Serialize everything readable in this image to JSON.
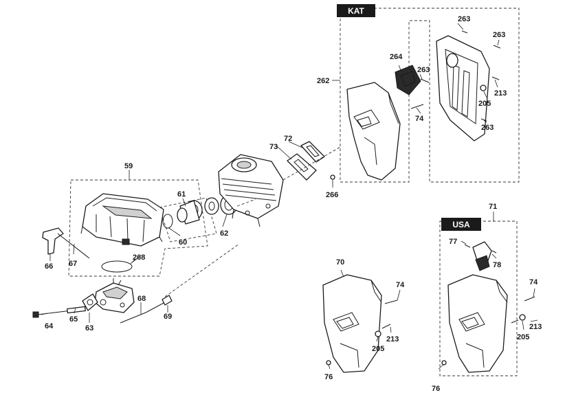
{
  "tags": {
    "kat": "KAT",
    "usa": "USA"
  },
  "labels": {
    "p59": "59",
    "p60": "60",
    "p61": "61",
    "p62": "62",
    "p63": "63",
    "p64": "64",
    "p65": "65",
    "p66": "66",
    "p67": "67",
    "p68": "68",
    "p69": "69",
    "p70": "70",
    "p71": "71",
    "p72": "72",
    "p73": "73",
    "p74a": "74",
    "p74b": "74",
    "p74c": "74",
    "p76a": "76",
    "p76b": "76",
    "p77": "77",
    "p78": "78",
    "p205a": "205",
    "p205b": "205",
    "p205c": "205",
    "p213a": "213",
    "p213b": "213",
    "p213c": "213",
    "p262": "262",
    "p263a": "263",
    "p263b": "263",
    "p263c": "263",
    "p263d": "263",
    "p264": "264",
    "p266": "266",
    "p268": "268"
  }
}
